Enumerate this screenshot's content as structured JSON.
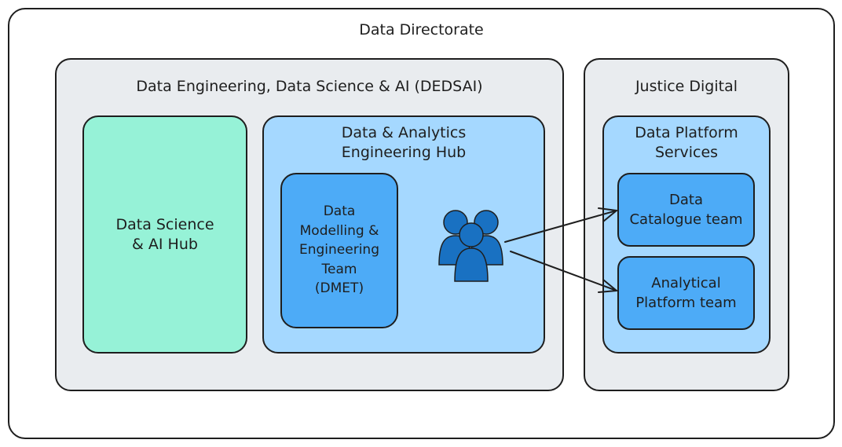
{
  "diagram": {
    "outer": {
      "label": "Data Directorate"
    },
    "dedsai": {
      "label": "Data Engineering, Data Science & AI (DEDSAI)"
    },
    "justice": {
      "label": "Justice Digital"
    },
    "dsai_hub": {
      "line1": "Data Science",
      "line2": "& AI Hub"
    },
    "da_hub": {
      "line1": "Data & Analytics",
      "line2": "Engineering Hub"
    },
    "dmet": {
      "line1": "Data",
      "line2": "Modelling &",
      "line3": "Engineering",
      "line4": "Team",
      "line5": "(DMET)"
    },
    "dps": {
      "line1": "Data Platform",
      "line2": "Services"
    },
    "dct": {
      "line1": "Data",
      "line2": "Catalogue team"
    },
    "apt": {
      "line1": "Analytical",
      "line2": "Platform team"
    },
    "icons": {
      "team": "users-group-icon"
    }
  },
  "colors": {
    "outer": "#ffffff",
    "grey": "#e9ecef",
    "green": "#96f2d7",
    "light_blue": "#a5d8ff",
    "mid_blue": "#4dabf7",
    "icon_blue": "#1971c2",
    "stroke": "#1e1e1e"
  }
}
